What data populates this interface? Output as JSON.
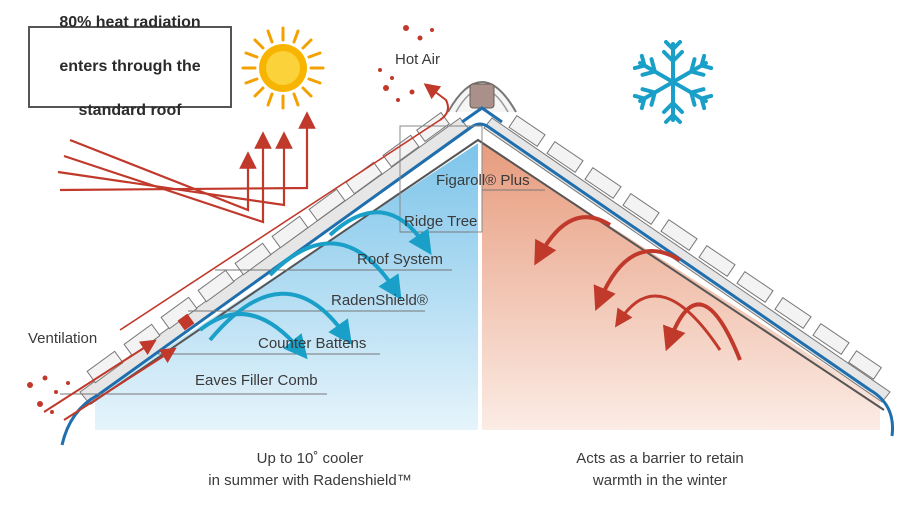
{
  "heat_box": {
    "line1": "80% heat radiation",
    "line2": "enters through the",
    "line3": "standard roof"
  },
  "labels": {
    "hot_air": "Hot Air",
    "figaroll": "Figaroll® Plus",
    "ridge_tree": "Ridge Tree",
    "roof_system": "Roof System",
    "radenshield": "RadenShield®",
    "counter_battens": "Counter Battens",
    "eaves_filler_comb": "Eaves Filler Comb",
    "ventilation": "Ventilation"
  },
  "captions": {
    "left_line1": "Up to 10˚ cooler",
    "left_line2": "in summer with Radenshield™",
    "right_line1": "Acts as a barrier to retain",
    "right_line2": "warmth in the winter"
  },
  "icons": {
    "sun": "sun-icon",
    "snowflake": "snowflake-icon"
  },
  "colors": {
    "heat_red": "#c0392b",
    "membrane_blue": "#1f6fae",
    "cool_arrow": "#1aa0c8",
    "snowflake": "#1aa0c8",
    "sun_core": "#f7b400",
    "warm_fill": "#e8a98f",
    "cool_fill": "#9fd4ef"
  }
}
